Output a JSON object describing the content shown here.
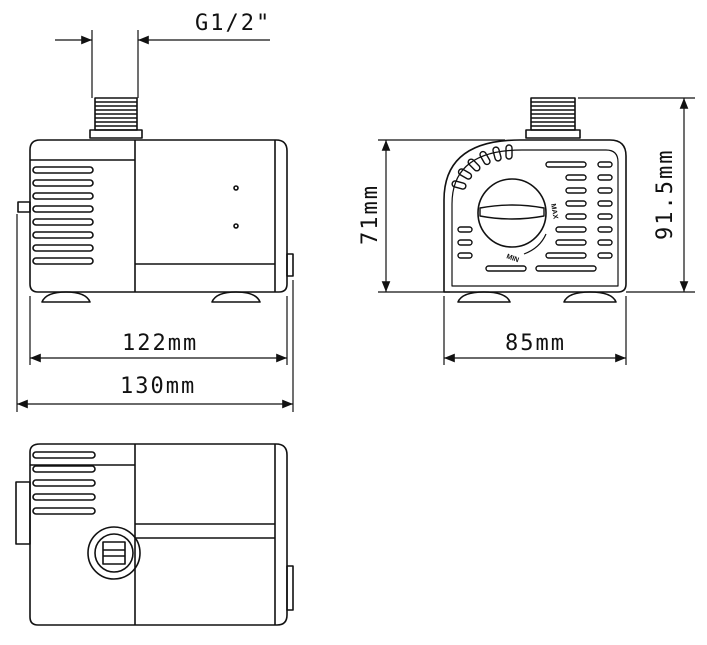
{
  "dimensions": {
    "thread": "G1/2\"",
    "inner_width": "122mm",
    "outer_width": "130mm",
    "side_width": "85mm",
    "body_height": "71mm",
    "total_height": "91.5mm"
  },
  "dial": {
    "max_label": "MAX",
    "min_label": "MIN"
  },
  "colors": {
    "line": "#111111",
    "background": "#ffffff"
  }
}
